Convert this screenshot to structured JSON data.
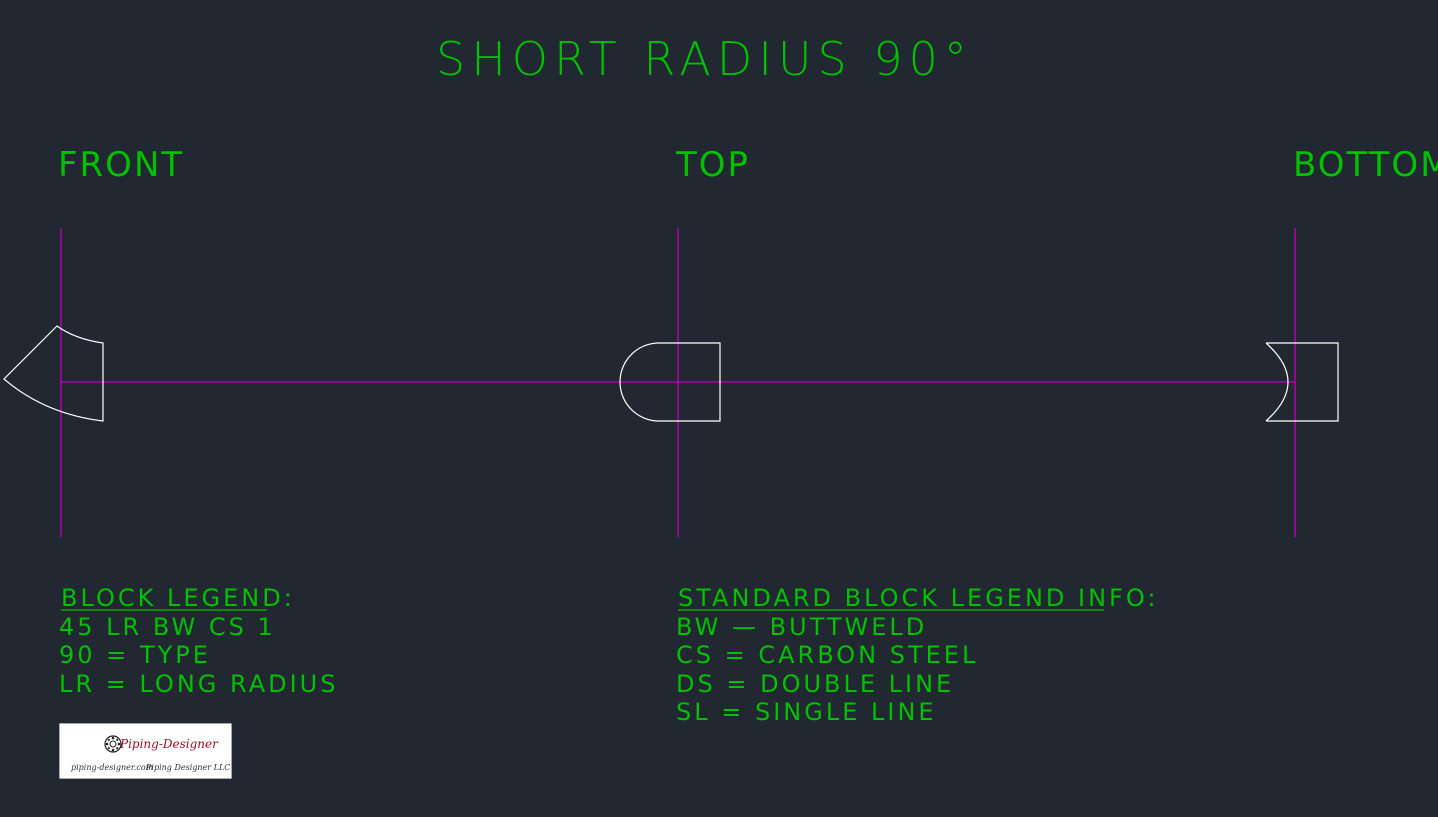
{
  "title": "SHORT RADIUS 90°",
  "views": {
    "front": "FRONT",
    "top": "TOP",
    "bottom": "BOTTOM"
  },
  "block_legend": {
    "heading": "BLOCK LEGEND:",
    "lines": [
      "45 LR BW CS 1",
      "90 = TYPE",
      "LR = LONG RADIUS"
    ]
  },
  "standard_legend": {
    "heading": "STANDARD BLOCK LEGEND INFO:",
    "lines": [
      "BW — BUTTWELD",
      "CS = CARBON STEEL",
      "DS = DOUBLE LINE",
      "SL = SINGLE LINE"
    ]
  },
  "logo": {
    "brand": "Piping-Designer",
    "website": "piping-designer.com",
    "company": "Piping Designer LLC"
  },
  "colors": {
    "background": "#222831",
    "text": "#00c000",
    "centerline": "#c000c0",
    "outline": "#ffffff"
  }
}
